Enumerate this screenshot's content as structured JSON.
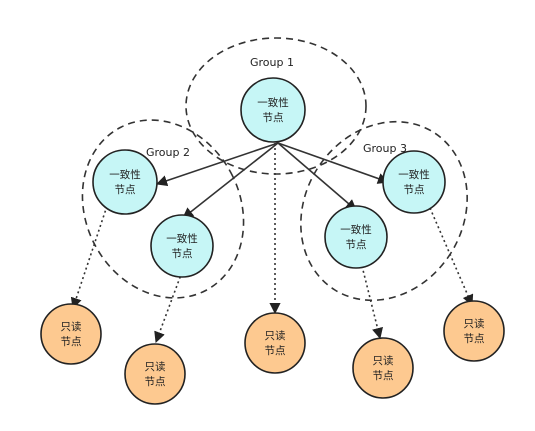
{
  "groups": [
    {
      "id": "g1",
      "label": "Group 1"
    },
    {
      "id": "g2",
      "label": "Group 2"
    },
    {
      "id": "g3",
      "label": "Group 3"
    }
  ],
  "consistent_nodes": [
    {
      "id": "c1",
      "line1": "一致性",
      "line2": "节点"
    },
    {
      "id": "c2",
      "line1": "一致性",
      "line2": "节点"
    },
    {
      "id": "c3",
      "line1": "一致性",
      "line2": "节点"
    },
    {
      "id": "c4",
      "line1": "一致性",
      "line2": "节点"
    },
    {
      "id": "c5",
      "line1": "一致性",
      "line2": "节点"
    }
  ],
  "readonly_nodes": [
    {
      "id": "r1",
      "line1": "只读",
      "line2": "节点"
    },
    {
      "id": "r2",
      "line1": "只读",
      "line2": "节点"
    },
    {
      "id": "r3",
      "line1": "只读",
      "line2": "节点"
    },
    {
      "id": "r4",
      "line1": "只读",
      "line2": "节点"
    },
    {
      "id": "r5",
      "line1": "只读",
      "line2": "节点"
    }
  ],
  "colors": {
    "consistent_fill": "#c6f6f6",
    "readonly_fill": "#fdc990",
    "stroke": "#222222"
  }
}
